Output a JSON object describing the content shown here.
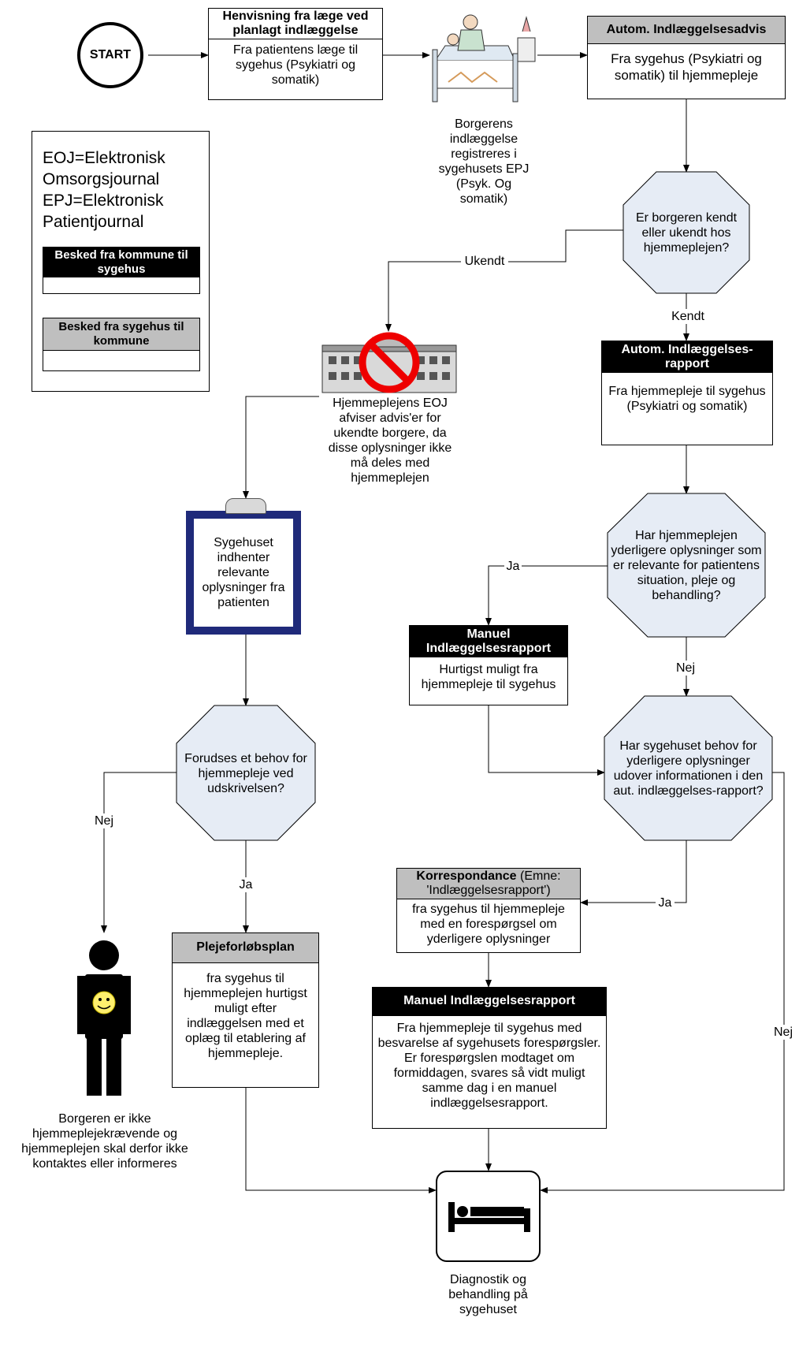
{
  "colors": {
    "decision_fill": "#e6ecf5",
    "black_header": "#000000",
    "grey_header": "#bfbfbf",
    "clipboard_border": "#1f2a7a"
  },
  "start": {
    "label": "START"
  },
  "referral": {
    "header": "Henvisning fra læge ved planlagt indlæggelse",
    "body": "Fra patientens læge til sygehus (Psykiatri og somatik)"
  },
  "registration": {
    "text": "Borgerens indlæggelse registreres i sygehusets EPJ (Psyk. Og somatik)"
  },
  "advis": {
    "header": "Autom. Indlæggelsesadvis",
    "body": "Fra sygehus (Psykiatri og somatik) til hjemmepleje"
  },
  "legend": {
    "line1": "EOJ=Elektronisk Omsorgsjournal",
    "line2": "EPJ=Elektronisk Patientjournal",
    "kommune_to_sygehus": "Besked fra kommune til sygehus",
    "sygehus_to_kommune": "Besked fra sygehus til kommune"
  },
  "decision_known": {
    "text": "Er borgeren kendt eller ukendt hos hjemmeplejen?"
  },
  "labels": {
    "ukendt": "Ukendt",
    "kendt": "Kendt",
    "ja1": "Ja",
    "nej1": "Nej",
    "nej2": "Nej",
    "ja2": "Ja",
    "ja3": "Ja",
    "nej3": "Nej"
  },
  "eoj_reject": {
    "text": "Hjemmeplejens EOJ afviser advis'er for ukendte borgere, da disse oplysninger ikke må deles med hjemmeplejen"
  },
  "auto_report": {
    "header": "Autom. Indlæggelses-rapport",
    "body": "Fra hjemmepleje til sygehus (Psykiatri og somatik)"
  },
  "decision_more_info": {
    "text": "Har hjemmeplejen yderligere oplysninger som er relevante for patientens situation, pleje og behandling?"
  },
  "manual_report1": {
    "header": "Manuel Indlæggelsesrapport",
    "body": "Hurtigst muligt fra hjemmepleje til sygehus"
  },
  "clipboard": {
    "text": "Sygehuset indhenter relevante oplysninger fra patienten"
  },
  "decision_home_care": {
    "text": "Forudses et behov for hjemmepleje ved udskrivelsen?"
  },
  "decision_hospital_need": {
    "text": "Har sygehuset behov for yderligere oplysninger udover informationen i den aut. indlæggelses-rapport?"
  },
  "correspondence": {
    "header_bold": "Korrespondance",
    "header_rest": " (Emne: 'Indlæggelsesrapport')",
    "body": "fra sygehus til hjemmepleje med en forespørgsel om yderligere oplysninger"
  },
  "care_plan": {
    "header": "Plejeforløbsplan",
    "body": "fra sygehus til hjemmeplejen hurtigst muligt efter indlæggelsen med et oplæg til etablering af hjemmepleje."
  },
  "manual_report2": {
    "header": "Manuel Indlæggelsesrapport",
    "body": "Fra hjemmepleje til sygehus med besvarelse af sygehusets forespørgsler. Er forespørgslen modtaget om formiddagen, svares så vidt muligt samme dag i en manuel indlæggelsesrapport."
  },
  "citizen": {
    "text": "Borgeren er ikke hjemmeplejekrævende og hjemmeplejen skal derfor ikke kontaktes eller informeres"
  },
  "end": {
    "text": "Diagnostik og behandling på sygehuset"
  }
}
